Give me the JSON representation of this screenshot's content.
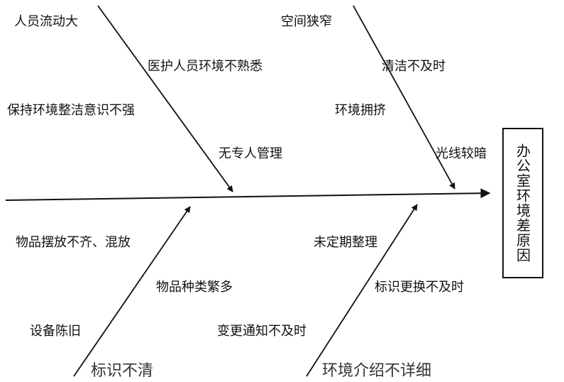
{
  "head": "办公室环境差原因",
  "bones": {
    "top_left": {
      "items": [
        "人员流动大",
        "医护人员环境不熟悉",
        "保持环境整洁意识不强",
        "无专人管理"
      ]
    },
    "top_right": {
      "items": [
        "空间狭窄",
        "清洁不及时",
        "环境拥挤",
        "光线较暗"
      ]
    },
    "bottom_left": {
      "title": "标识不清",
      "items": [
        "物品摆放不齐、混放",
        "物品种类繁多",
        "设备陈旧"
      ]
    },
    "bottom_right": {
      "title": "环境介绍不详细",
      "items": [
        "未定期整理",
        "标识更换不及时",
        "变更通知不及时"
      ]
    }
  }
}
